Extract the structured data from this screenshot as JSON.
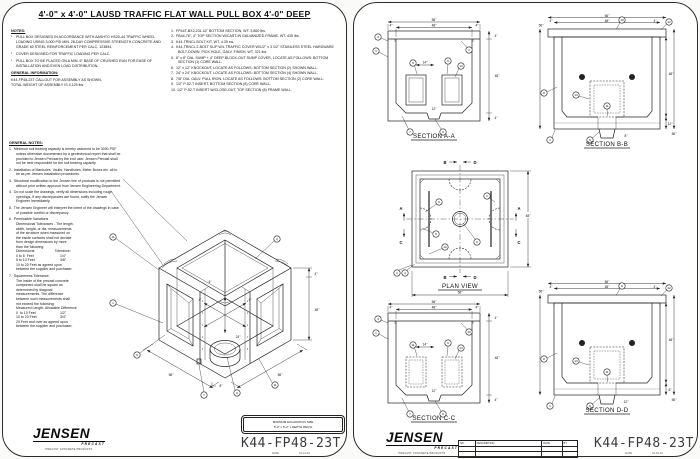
{
  "doc": {
    "title": "4'-0\" x 4'-0\" LAUSD TRAFFIC FLAT WALL PULL BOX 4'-0\" DEEP",
    "drawing_number": "K44-FP48-23T",
    "date_label": "DATE",
    "date_value": "01-19-10",
    "logo": {
      "name": "JENSEN",
      "sub": "PRECAST",
      "tagline": "PRECAST CONCRETE PRODUCTS"
    }
  },
  "left_page": {
    "notes": {
      "heading": "NOTES:",
      "items": [
        "PULL BOX DESIGNED IN ACCORDANCE WITH AASHTO HS20-44 TRAFFIC WHEEL LOADING USING 3,000 PSI MIN. 28-DAY COMPRESSIVE STRENGTH CONCRETE AND GRADE 60 STEEL REINFORCEMENT PER CALC. 123894.",
        "COVER DESIGNED FOR TRAFFIC LOADING PER CALC.",
        "PULL BOX TO BE PLACED ON A MIN. 6\" BASE OF CRUSHED RUN FOR EASE OF INSTALLATION AND EVEN LOAD DISTRIBUTION."
      ]
    },
    "general_info": {
      "heading": "GENERAL INFORMATION:",
      "text": "K44-FP48-23T CALLOUT FOR ASSEMBLY AS SHOWN,\nTOTAL WEIGHT OF ASSEMBLY IS 4,125 lbs."
    },
    "parts": {
      "items": [
        "1.  FP44T-BX2-23L 42\" BOTTOM SECTION, WT. 3,860 lbs.",
        "2.  FB44-76\", 4\" TOP SECTION W/CAST-IN GALVANIZED FRAME, WT. 435 lbs.",
        "3.  K44-TRNCL BOLT KIT, WT. 4.35 ea.",
        "4.  K44-TRNCL 2-BOLT SLIP W/L TRAFFIC COVER W/1/2\" x 3 1/2\" STAINLESS STEEL HARDWARE BOLT-DOWN, PICK HOLE, GALV. FINISH, WT. 321 lbs.",
        "5.  8\" x 8\" DIA. SUMP + 4\" DEEP BLOCK-OUT SUMP COVER, LOCATE AS FOLLOWS: BOTTOM SECTION (1) CORE WALL.",
        "6.  12\" x 12\" KNOCKOUT, LOCATE AS FOLLOWS: BOTTOM SECTION (2) SHOWN WALL.",
        "7.  24\" x 24\" KNOCKOUT, LOCATE AS FOLLOWS: BOTTOM SECTION (4) SHOWN WALL.",
        "8.  7/8\" DIA. GALV. PULL IRON, LOCATE AS FOLLOWS: BOTTOM SECTION (2) CORE WALL.",
        "9.  1/2\" P-52-T INSERT, BOTTOM SECTION (8) CORE WALL.",
        "10. 1/2\" P-52-T INSERT W/CLOSE-OUT, TOP SECTION (8) FRAME WALL."
      ]
    },
    "general_notes": {
      "heading": "GENERAL NOTES:",
      "items": [
        "1.  Minimum soil bearing capacity is hereby assumed to be 3000 PSF unless otherwise documented by a geotechnical report that shall be provided to Jensen Precast by the end user. Jensen Precast shall not be held responsible for the soil bearing capacity.",
        "2.  Installation of Manholes, Vaults, Handholes, Meter Boxes etc. all to be as per Jensen Installation procedures.",
        "3.  Structural modification to the Jensen line of products is not permitted without prior written approval from Jensen Engineering Department.",
        "4.  Do not scale the drawings, verify all dimensions including rough openings. If any discrepancies are found, notify the Jensen Engineer immediately.",
        "5.  The Jensen Engineer will interpret the intent of the drawings in case of possible conflict or discrepancy.",
        "6.  Permissible Variations\nDimensional Tolerances - The length,\nwidth, height, or dia. measurements\nof the structure when measured on\nthe inside surfaces shall not deviate\nfrom design dimensions by more\nthan the following:\nDimensions:                    Tolerance:\n0 to 5  Feet                           1/4\"\n5 to 10 Feet                          3/8\"\n10 to 20 Feet as agreed upon\nbetween the supplier and purchaser.",
        "7.  Squareness Tolerance:\nThe inside of the precast concrete\ncomponent shall be square as\ndetermined by diagonal\nmeasurements. The difference\nbetween such measurements shall\nnot exceed the following:\nMeasured Length: Allowable Difference\n0  to 10 Feet                         1/2\"\n10 to 20 Feet                        3/4\"\n20 Feet and over as agreed upon\nbetween the supplier and purchaser."
      ]
    },
    "excavation": {
      "line1": "MINIMUM EXCAVATION SIZE",
      "line2": "5'-2\" x 5'-2\" x DEPTH REQ'D"
    }
  },
  "right_page": {
    "labels": {
      "a": "SECTION A-A",
      "b": "SECTION B-B",
      "plan": "PLAN VIEW",
      "c": "SECTION C-C",
      "d": "SECTION D-D"
    },
    "plan_marks": {
      "A": "A",
      "B": "B",
      "C": "C",
      "D": "D"
    },
    "rev_table": {
      "headers": [
        "NO.",
        "DESCRIPTION",
        "DATE",
        "BY"
      ]
    }
  },
  "dims": {
    "d56": "56\"",
    "d48": "48\"",
    "d4": "4\"",
    "d8": "8\"",
    "d12": "12\"",
    "d14": "14\"",
    "d24": "24\""
  },
  "callouts": {
    "c1": "1",
    "c2": "2",
    "c4": "4",
    "c5": "5",
    "c6": "6",
    "c7": "7",
    "c8": "8",
    "c9": "9",
    "c10": "10",
    "c11": "11",
    "c12": "12",
    "c13": "13"
  }
}
